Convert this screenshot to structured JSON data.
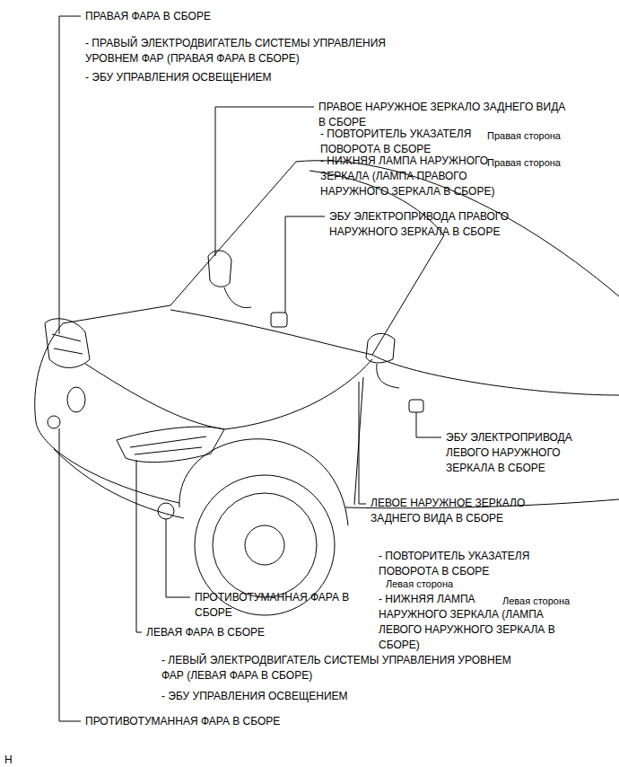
{
  "diagram": {
    "labels": [
      "ПРАВАЯ ФАРА В СБОРЕ",
      "- ПРАВЫЙ ЭЛЕКТРОДВИГАТЕЛЬ СИСТЕМЫ УПРАВЛЕНИЯ УРОВНЕМ ФАР (ПРАВАЯ ФАРА В СБОРЕ)",
      "- ЭБУ УПРАВЛЕНИЯ ОСВЕЩЕНИЕМ",
      "ПРАВОЕ НАРУЖНОЕ ЗЕРКАЛО ЗАДНЕГО ВИДА В СБОРЕ",
      "- ПОВТОРИТЕЛЬ УКАЗАТЕЛЯ ПОВОРОТА В СБОРЕ",
      "Правая сторона",
      "- НИЖНЯЯ ЛАМПА НАРУЖНОГО ЗЕРКАЛА (ЛАМПА ПРАВОГО НАРУЖНОГО ЗЕРКАЛА В СБОРЕ)",
      "Правая сторона",
      "ЭБУ ЭЛЕКТРОПРИВОДА ПРАВОГО НАРУЖНОГО ЗЕРКАЛА В СБОРЕ",
      "ЭБУ ЭЛЕКТРОПРИВОДА ЛЕВОГО НАРУЖНОГО ЗЕРКАЛА В СБОРЕ",
      "ЛЕВОЕ НАРУЖНОЕ ЗЕРКАЛО ЗАДНЕГО ВИДА В СБОРЕ",
      "- ПОВТОРИТЕЛЬ УКАЗАТЕЛЯ ПОВОРОТА В СБОРЕ",
      "Левая сторона",
      "- НИЖНЯЯ ЛАМПА НАРУЖНОГО ЗЕРКАЛА (ЛАМПА ЛЕВОГО НАРУЖНОГО ЗЕРКАЛА В СБОРЕ)",
      "Левая сторона",
      "ПРОТИВОТУМАННАЯ ФАРА В СБОРЕ",
      "ЛЕВАЯ ФАРА В СБОРЕ",
      "- ЛЕВЫЙ ЭЛЕКТРОДВИГАТЕЛЬ СИСТЕМЫ УПРАВЛЕНИЯ УРОВНЕМ ФАР (ЛЕВАЯ ФАРА В СБОРЕ)",
      "- ЭБУ УПРАВЛЕНИЯ ОСВЕЩЕНИЕМ",
      "ПРОТИВОТУМАННАЯ ФАРА В СБОРЕ",
      "H"
    ]
  }
}
